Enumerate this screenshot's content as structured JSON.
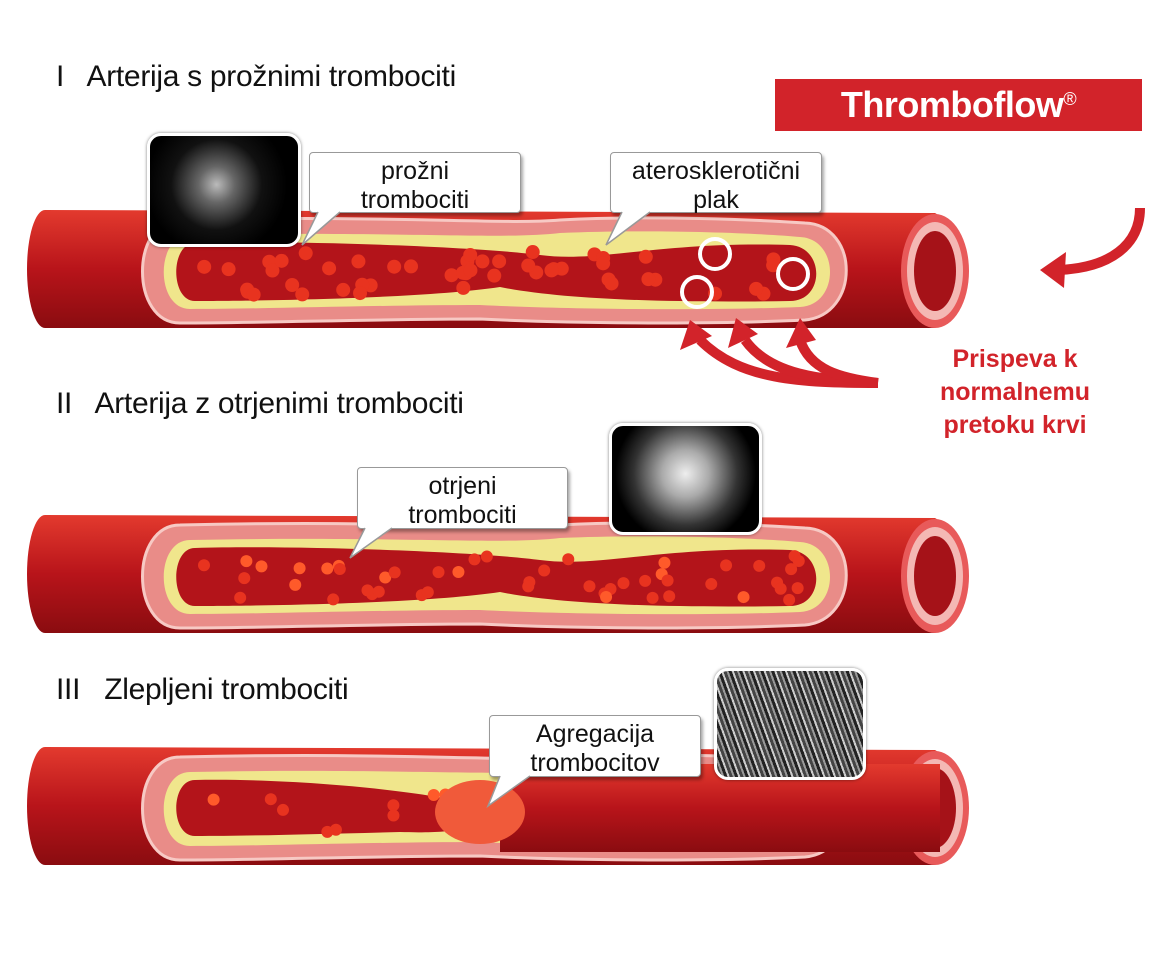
{
  "brand": {
    "name": "Thromboflow",
    "mark": "®",
    "color": "#d2232a"
  },
  "sections": [
    {
      "numeral": "I",
      "title": "Arterija s prožnimi trombociti",
      "callouts": [
        {
          "line1": "prožni",
          "line2": "trombociti"
        },
        {
          "line1": "aterosklerotični",
          "line2": "plak"
        }
      ]
    },
    {
      "numeral": "II",
      "title": "Arterija z otrjenimi trombociti",
      "callouts": [
        {
          "line1": "otrjeni",
          "line2": "trombociti"
        }
      ]
    },
    {
      "numeral": "III",
      "title": "Zlepljeni trombociti",
      "callouts": [
        {
          "line1": "Agregacija",
          "line2": "trombocitov"
        }
      ]
    }
  ],
  "benefit": {
    "line1": "Prispeva k",
    "line2": "normalnemu",
    "line3": "pretoku krvi"
  }
}
